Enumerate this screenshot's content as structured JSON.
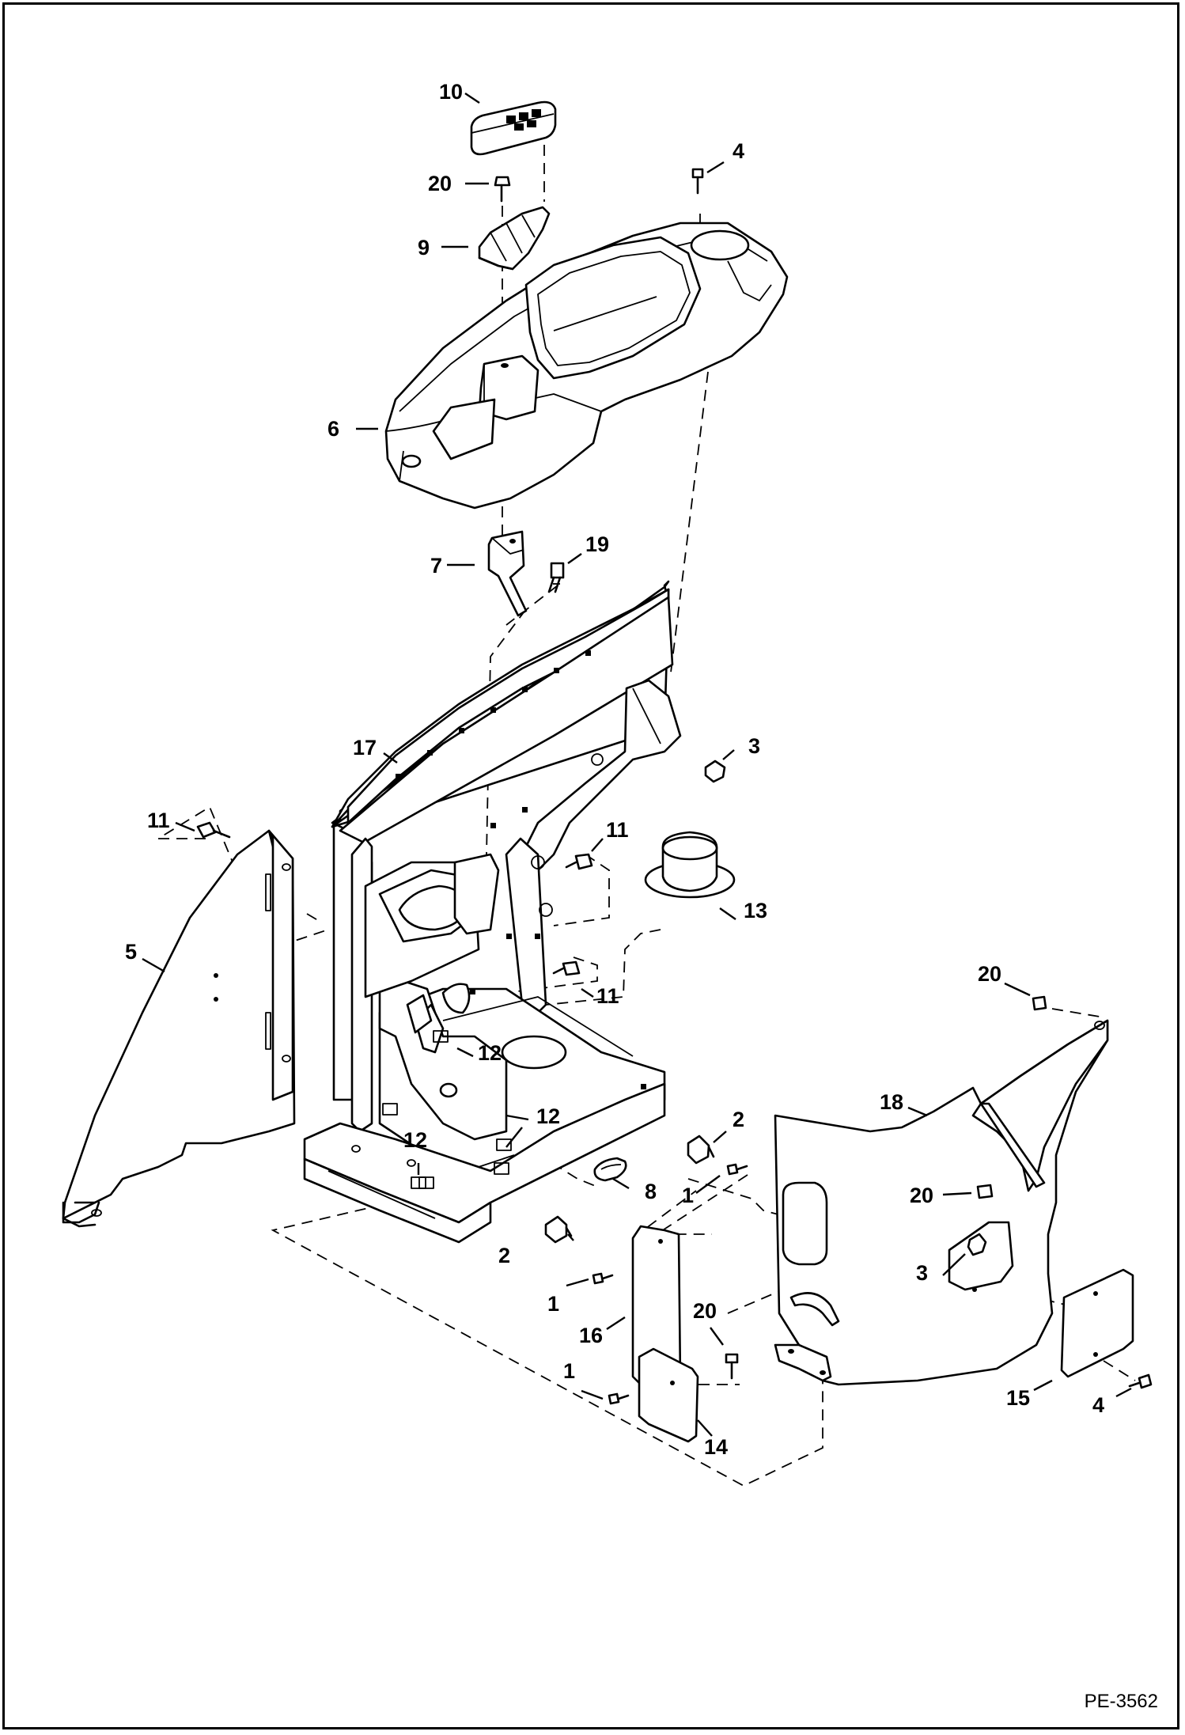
{
  "figure_code": "PE-3562",
  "callouts": {
    "c10": "10",
    "c4a": "4",
    "c20a": "20",
    "c9": "9",
    "c6": "6",
    "c7": "7",
    "c19": "19",
    "c17": "17",
    "c3a": "3",
    "c11a": "11",
    "c11b": "11",
    "c11c": "11",
    "c13": "13",
    "c5": "5",
    "c12a": "12",
    "c12b": "12",
    "c12c": "12",
    "c20b": "20",
    "c18": "18",
    "c2a": "2",
    "c2b": "2",
    "c8": "8",
    "c1a": "1",
    "c1b": "1",
    "c1c": "1",
    "c20c": "20",
    "c3b": "3",
    "c16": "16",
    "c20d": "20",
    "c14": "14",
    "c15": "15",
    "c4b": "4"
  }
}
